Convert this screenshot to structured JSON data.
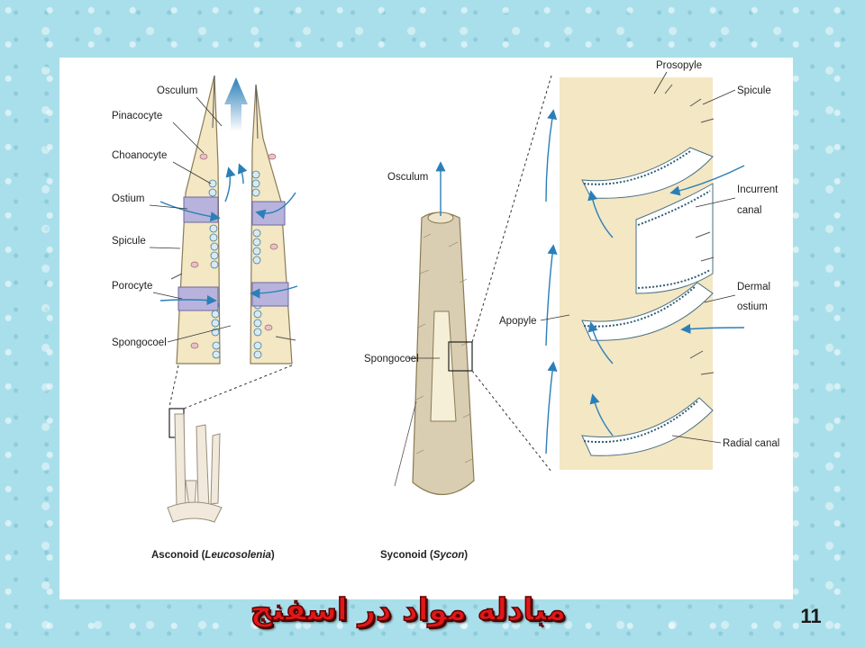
{
  "slide": {
    "title": "مبادله مواد در اسفنج",
    "page_number": "11"
  },
  "figure": {
    "asconoid": {
      "labels": {
        "osculum": "Osculum",
        "pinacocyte": "Pinacocyte",
        "choanocyte": "Choanocyte",
        "ostium": "Ostium",
        "spicule": "Spicule",
        "porocyte": "Porocyte",
        "spongocoel": "Spongocoel"
      },
      "caption_prefix": "Asconoid (",
      "caption_genus": "Leucosolenia",
      "caption_suffix": ")"
    },
    "syconoid": {
      "labels": {
        "osculum": "Osculum",
        "spongocoel": "Spongocoel"
      },
      "caption_prefix": "Syconoid (",
      "caption_genus": "Sycon",
      "caption_suffix": ")"
    },
    "detail": {
      "labels": {
        "prosopyle": "Prosopyle",
        "spicule": "Spicule",
        "incurrent_1": "Incurrent",
        "incurrent_2": "canal",
        "dermal_1": "Dermal",
        "dermal_2": "ostium",
        "apopyle": "Apopyle",
        "radial_canal": "Radial canal"
      }
    }
  },
  "colors": {
    "background": "#a9dfea",
    "title_red": "#e01818",
    "flow_blue": "#2a7fb8",
    "tissue": "#f3e7c4"
  }
}
